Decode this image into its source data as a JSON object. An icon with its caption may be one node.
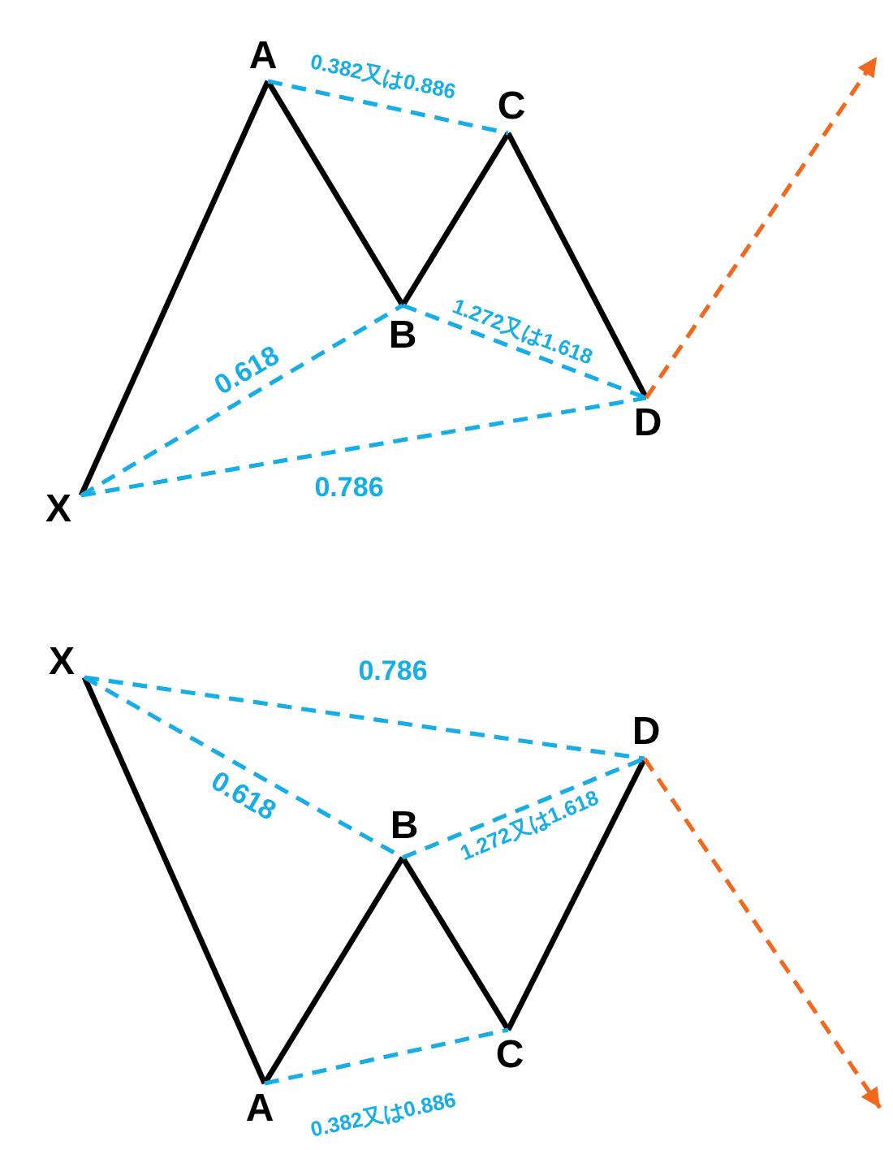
{
  "diagram": {
    "nodes": [
      {
        "text": [
          "A"
        ]
      },
      {
        "text": [
          "C"
        ]
      },
      {
        "text": [
          "B"
        ]
      },
      {
        "text": [
          "D"
        ]
      },
      {
        "text": [
          "X"
        ]
      },
      {
        "text": [
          "X"
        ]
      },
      {
        "text": [
          "D"
        ]
      },
      {
        "text": [
          "B"
        ]
      },
      {
        "text": [
          "C"
        ]
      },
      {
        "text": [
          "A"
        ]
      }
    ],
    "edges": [
      {
        "from": 4,
        "to": 0,
        "arrow": "none"
      },
      {
        "from": 0,
        "to": 2,
        "arrow": "none"
      },
      {
        "from": 2,
        "to": 1,
        "arrow": "none"
      },
      {
        "from": 1,
        "to": 3,
        "arrow": "none"
      },
      {
        "from": 0,
        "to": 1,
        "arrow": "none",
        "label": "0.382又は0.886",
        "style": "dashed",
        "color": "#17aee8"
      },
      {
        "from": 4,
        "to": 2,
        "arrow": "none",
        "label": "0.618",
        "style": "dashed",
        "color": "#17aee8"
      },
      {
        "from": 2,
        "to": 3,
        "arrow": "none",
        "label": "1.272又は1.618",
        "style": "dashed",
        "color": "#17aee8"
      },
      {
        "from": 4,
        "to": 3,
        "arrow": "none",
        "label": "0.786",
        "style": "dashed",
        "color": "#17aee8"
      },
      {
        "from": 3,
        "to": null,
        "arrow": "to",
        "style": "dashed",
        "color": "#f2691e"
      },
      {
        "from": 5,
        "to": 9,
        "arrow": "none"
      },
      {
        "from": 9,
        "to": 7,
        "arrow": "none"
      },
      {
        "from": 7,
        "to": 8,
        "arrow": "none"
      },
      {
        "from": 8,
        "to": 6,
        "arrow": "none"
      },
      {
        "from": 9,
        "to": 8,
        "arrow": "none",
        "label": "0.382又は0.886",
        "style": "dashed",
        "color": "#17aee8"
      },
      {
        "from": 5,
        "to": 7,
        "arrow": "none",
        "label": "0.618",
        "style": "dashed",
        "color": "#17aee8"
      },
      {
        "from": 7,
        "to": 6,
        "arrow": "none",
        "label": "1.272又は1.618",
        "style": "dashed",
        "color": "#17aee8"
      },
      {
        "from": 5,
        "to": 6,
        "arrow": "none",
        "label": "0.786",
        "style": "dashed",
        "color": "#17aee8"
      },
      {
        "from": 6,
        "to": null,
        "arrow": "to",
        "style": "dashed",
        "color": "#f2691e"
      }
    ]
  }
}
